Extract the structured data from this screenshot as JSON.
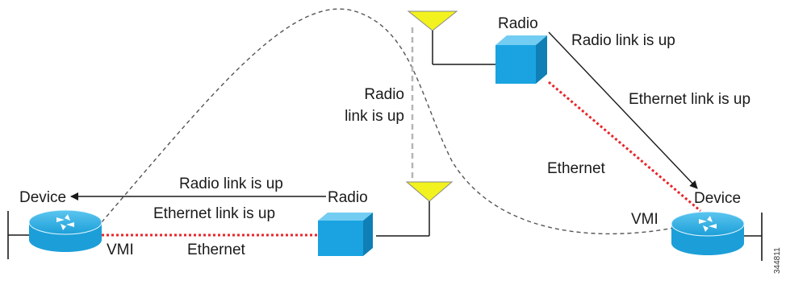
{
  "labels": {
    "radio_top": "Radio",
    "radio_link_up_top": "Radio link is up",
    "ethernet_link_up_right": "Ethernet link is up",
    "radio_link_mid_line1": "Radio",
    "radio_link_mid_line2": "link is up",
    "ethernet_right": "Ethernet",
    "device_left": "Device",
    "radio_link_up_left": "Radio link is up",
    "radio_bottom": "Radio",
    "ethernet_link_up_left": "Ethernet link is up",
    "vmi_left": "VMI",
    "ethernet_left": "Ethernet",
    "device_right": "Device",
    "vmi_right": "VMI",
    "figure_id": "344811"
  },
  "colors": {
    "radio_box": "#1aa3e0",
    "antenna": "#f2f21e",
    "router": "#1c9fd8",
    "ethernet_dotted": "#e8262b",
    "radio_link_dashed": "#b5b5b5",
    "curve_dashed": "#555555"
  },
  "icons": {
    "router": "router-icon",
    "radio": "radio-box-icon",
    "antenna": "antenna-icon"
  }
}
